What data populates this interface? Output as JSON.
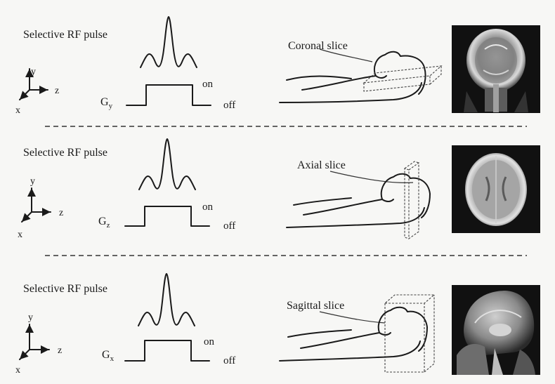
{
  "rows": [
    {
      "rf_label": "Selective RF pulse",
      "gradient_label": "G",
      "gradient_subscript": "y",
      "on_label": "on",
      "off_label": "off",
      "slice_label": "Coronal slice",
      "axis_y": "y",
      "axis_z": "z",
      "axis_x": "x"
    },
    {
      "rf_label": "Selective RF pulse",
      "gradient_label": "G",
      "gradient_subscript": "z",
      "on_label": "on",
      "off_label": "off",
      "slice_label": "Axial slice",
      "axis_y": "y",
      "axis_z": "z",
      "axis_x": "x"
    },
    {
      "rf_label": "Selective RF pulse",
      "gradient_label": "G",
      "gradient_subscript": "x",
      "on_label": "on",
      "off_label": "off",
      "slice_label": "Sagittal slice",
      "axis_y": "y",
      "axis_z": "z",
      "axis_x": "x"
    }
  ],
  "colors": {
    "ink": "#1a1a1a",
    "background": "#f7f7f5",
    "mri_dark": "#111111"
  },
  "icons": [
    "coordinate-axes-icon",
    "sinc-pulse-icon",
    "gradient-pulse-icon",
    "head-profile-icon",
    "slice-plane-icon",
    "mri-scan-image"
  ]
}
